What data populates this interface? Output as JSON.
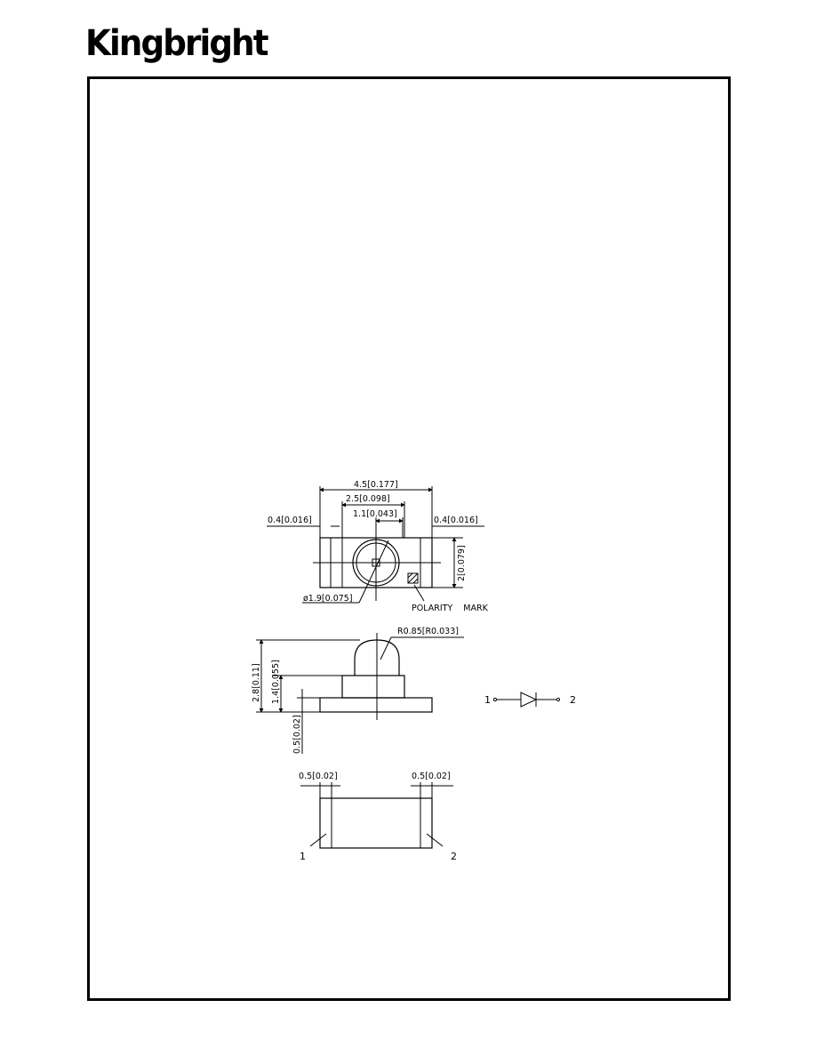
{
  "header": {
    "brand": "Kingbright"
  },
  "drawing": {
    "top_view": {
      "dim_total_width": "4.5[0.177]",
      "dim_lens_width": "2.5[0.098]",
      "dim_center_offset": "1.1[0.043]",
      "dim_left_pad": "0.4[0.016]",
      "dim_right_pad": "0.4[0.016]",
      "dim_height": "2[0.079]",
      "dim_lens_diameter": "ø1.9[0.075]",
      "polarity_label": "POLARITY    MARK"
    },
    "side_view": {
      "dim_radius": "R0.85[R0.033]",
      "dim_total_height": "2.8[0.11]",
      "dim_body_height": "1.4[0.055]",
      "dim_base_height": "0.5[0.02]"
    },
    "schematic": {
      "pin1": "1",
      "pin2": "2"
    },
    "bottom_view": {
      "dim_left_pad": "0.5[0.02]",
      "dim_right_pad": "0.5[0.02]",
      "pin1": "1",
      "pin2": "2"
    }
  }
}
